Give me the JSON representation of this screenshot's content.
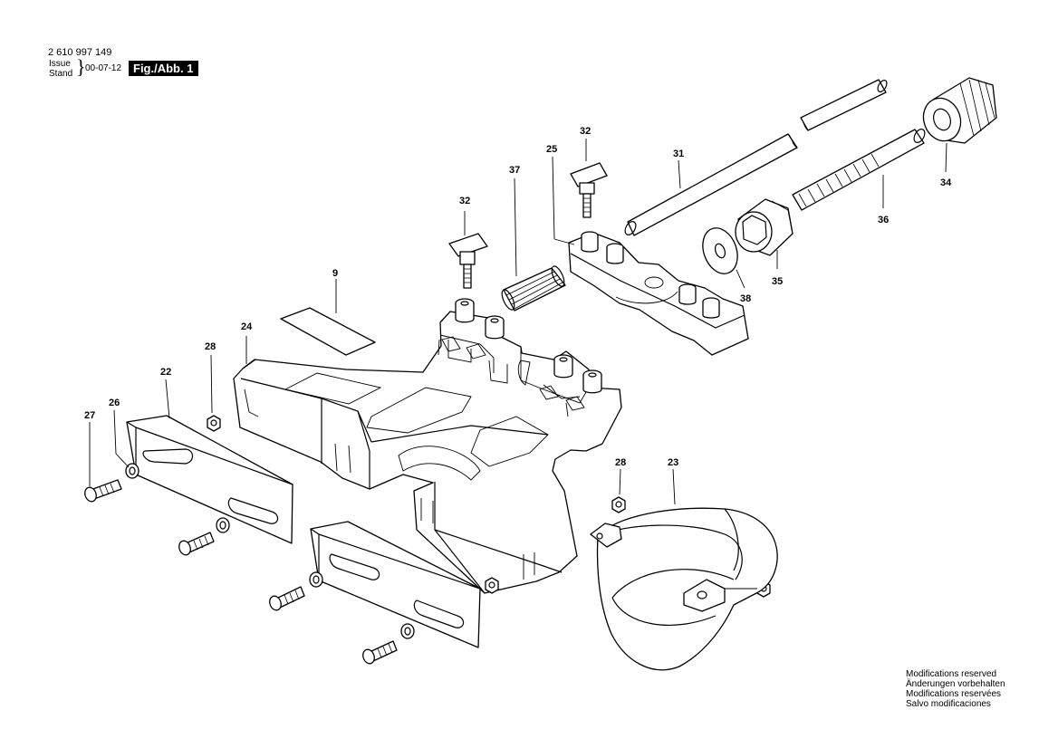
{
  "header": {
    "part_number": "2 610 997 149",
    "issue_label": "Issue",
    "stand_label": "Stand",
    "date": "00-07-12",
    "figure_label": "Fig./Abb. 1"
  },
  "callouts": [
    "9",
    "22",
    "23",
    "24",
    "25",
    "26",
    "27",
    "28",
    "28",
    "31",
    "32",
    "32",
    "34",
    "35",
    "36",
    "37",
    "38"
  ],
  "notes": [
    "Modifications reserved",
    "Änderungen vorbehalten",
    "Modifications reservées",
    "Salvo modificaciones"
  ]
}
